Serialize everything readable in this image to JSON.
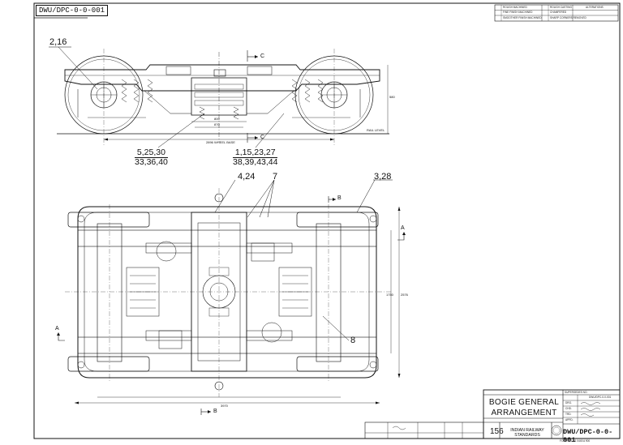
{
  "drawing": {
    "number": "DWU/DPC-0-0-001",
    "title_line1": "BOGIE GENERAL",
    "title_line2": "ARRANGEMENT",
    "organisation_line1": "INDIAN RAILWAY",
    "organisation_line2": "STANDARDS",
    "sheet_figure": "156",
    "form_note": "FORM NO. 41 0445 A 900"
  },
  "callouts": {
    "side_view_left": "2,16",
    "fraction_a_top": "5,25,30",
    "fraction_a_bottom": "33,36,40",
    "fraction_b_top": "1,15,23,27",
    "fraction_b_bottom": "38,39,43,44",
    "plan_4_24": "4,24",
    "plan_7": "7",
    "plan_3_28": "3,28",
    "plan_8": "8"
  },
  "section_marks": {
    "c_top": "C",
    "c_bottom": "C",
    "b_top": "B",
    "b_bottom": "B",
    "a_right": "A",
    "a_left": "A"
  },
  "side_view_labels": {
    "rail_level": "RAIL LEVEL",
    "wheel_base": "2896 WHEEL BASE",
    "dim_1": "800",
    "dim_2": "870",
    "dim_3": "580"
  },
  "plan_view_labels": {
    "dim_overall": "3970",
    "dim_width": "2576",
    "dim_centres": "1750"
  },
  "legend": {
    "row1_a": "ROUGH MACHINED",
    "row1_b": "ROUGH CASTING",
    "row2_a": "FINE FINISH MACHINED",
    "row2_b": "CHAMFERED",
    "row3_a": "SMOOTHER FINISH MACHINED",
    "row3_b": "SHARP CORNERS REMOVED",
    "alterations": "ALTERATIONS"
  },
  "signatures": {
    "header": "SUPERSEDES NO.",
    "ref": "DWU/DPC-0-0-001",
    "rows": [
      "DRG.",
      "CHD.",
      "TRD.",
      "APPD."
    ]
  }
}
